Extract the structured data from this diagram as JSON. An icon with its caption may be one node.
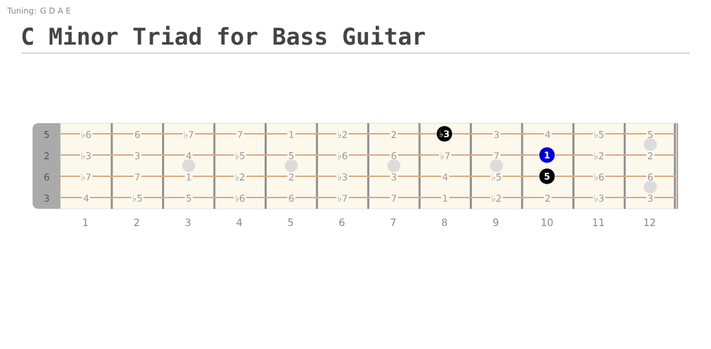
{
  "diagram": {
    "title": "C Minor Triad for Bass Guitar",
    "nodes": [
      {
        "text": [
          "♭3"
        ]
      },
      {
        "text": [
          "1"
        ]
      },
      {
        "text": [
          "5"
        ]
      }
    ],
    "labels": [
      "Tuning: G D A E",
      "5",
      "♭6",
      "6",
      "♭7",
      "7",
      "1",
      "♭2",
      "2",
      "3",
      "4",
      "♭5",
      "5",
      "2",
      "♭3",
      "3",
      "4",
      "♭5",
      "5",
      "♭6",
      "6",
      "♭7",
      "7",
      "♭2",
      "2",
      "6",
      "♭7",
      "7",
      "1",
      "♭2",
      "2",
      "♭3",
      "3",
      "4",
      "♭5",
      "♭6",
      "6",
      "3",
      "4",
      "♭5",
      "5",
      "♭6",
      "6",
      "♭7",
      "7",
      "1",
      "♭2",
      "2",
      "♭3",
      "3",
      "1",
      "2",
      "3",
      "4",
      "5",
      "6",
      "7",
      "8",
      "9",
      "10",
      "11",
      "12"
    ]
  }
}
